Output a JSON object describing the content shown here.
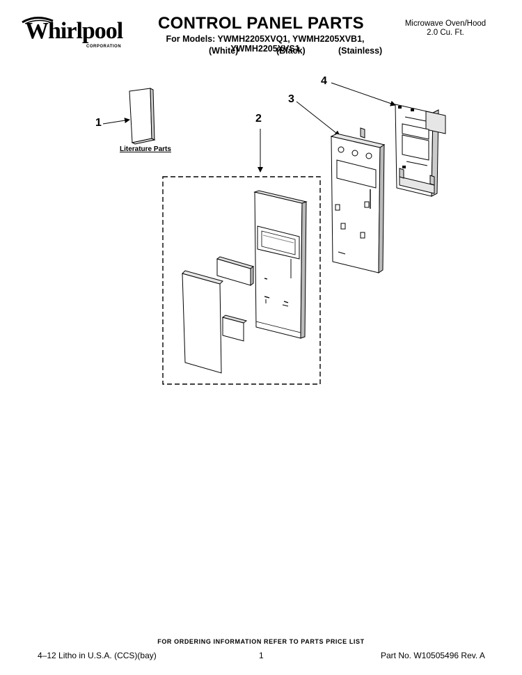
{
  "header": {
    "brand_logo": {
      "wordmark": "Whirlpool",
      "subtext": "CORPORATION"
    },
    "title": "CONTROL PANEL PARTS",
    "models_line": "For Models: YWMH2205XVQ1, YWMH2205XVB1, YWMH2205XVS1",
    "variants": [
      "(White)",
      "(Black)",
      "(Stainless)"
    ],
    "appliance": "Microwave Oven/Hood",
    "capacity": "2.0 Cu. Ft."
  },
  "diagram": {
    "callouts": [
      "1",
      "2",
      "3",
      "4"
    ],
    "literature_label": "Literature Parts"
  },
  "footer": {
    "ordering_note": "FOR ORDERING INFORMATION REFER TO PARTS PRICE LIST",
    "litho": "4–12 Litho in U.S.A. (CCS)(bay)",
    "page": "1",
    "part_number": "Part No. W10505496 Rev. A"
  }
}
